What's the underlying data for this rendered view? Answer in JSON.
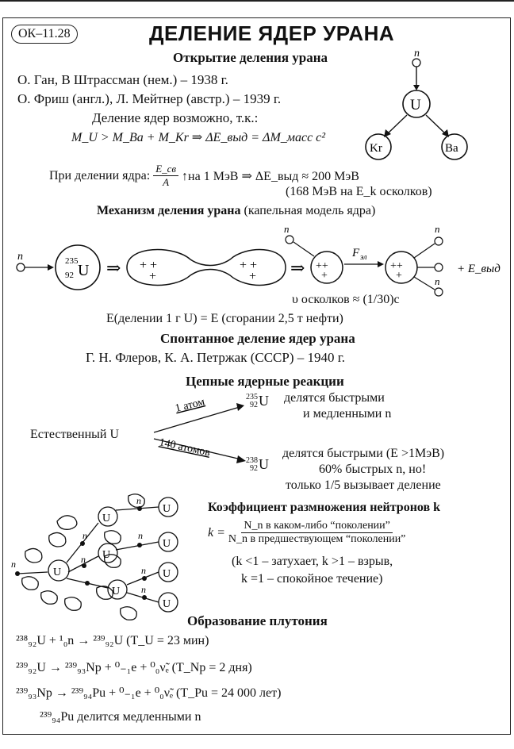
{
  "header": {
    "code": "ОК–11.28",
    "title": "ДЕЛЕНИЕ ЯДЕР УРАНА"
  },
  "discovery": {
    "heading": "Открытие деления урана",
    "line1": "О. Ган, В Штрассман (нем.) – 1938 г.",
    "line2": "О. Фриш (англ.), Л. Мейтнер (австр.) – 1939 г.",
    "line3": "Деление ядер возможно, т.к.:",
    "formula": "M_U > M_Ba + M_Kr ⇒ ΔE_выд = ΔM_масс c²",
    "energy_prefix": "При делении ядра:",
    "energy_frac_num": "E_св",
    "energy_frac_den": "A",
    "energy_suffix": "↑на 1 МэВ ⇒ ΔE_выд ≈ 200 МэВ",
    "energy_note": "(168 МэВ на E_k осколков)",
    "diagram": {
      "n": "n",
      "u": "U",
      "kr": "Kr",
      "ba": "Ba"
    }
  },
  "mechanism": {
    "heading_bold": "Механизм деления урана",
    "heading_rest": "(капельная модель ядра)",
    "n_label": "n",
    "uranium": "U",
    "mass_num": "235",
    "charge_num": "92",
    "f_label": "F_эл",
    "e_out": "+ E_выд",
    "speed": "υ осколков ≈ (1/30)c",
    "comparison": "E(делении 1 г U) = E (сгорании 2,5 т нефти)"
  },
  "spontaneous": {
    "heading": "Спонтанное деление ядер урана",
    "line": "Г. Н. Флеров, К. А. Петржак (СССР) – 1940 г."
  },
  "chain": {
    "heading": "Цепные ядерные реакции",
    "natural": "Естественный U",
    "branch1_label": "1 атом",
    "branch1_iso_mass": "235",
    "branch1_iso_charge": "92",
    "branch1_line1": "делятся быстрыми",
    "branch1_line2": "и медленными n",
    "branch2_label": "140 атомов",
    "branch2_iso_mass": "238",
    "branch2_iso_charge": "92",
    "branch2_line1": "делятся быстрыми (E >1МэВ)",
    "branch2_line2": "60% быстрых n, но!",
    "branch2_line3": "только 1/5 вызывает деление"
  },
  "multiplication": {
    "heading": "Коэффициент размножения нейтронов k",
    "k_eq": "k =",
    "num": "N_n в каком-либо “поколении”",
    "den": "N_n в предшествующем “поколении”",
    "cond1": "(k <1 – затухает, k >1 – взрыв,",
    "cond2": "k =1 – спокойное течение)"
  },
  "tree": {
    "u": "U",
    "n": "n"
  },
  "plutonium": {
    "heading": "Образование плутония",
    "r1": "²³⁸₉₂U + ¹₀n → ²³⁹₉₂U   (T_U = 23 мин)",
    "r2": "²³⁹₉₂U → ²³⁹₉₃Np + ⁰₋₁e + ⁰₀ν̃ₑ  (T_Np = 2 дня)",
    "r3": "²³⁹₉₃Np → ²³⁹₉₄Pu + ⁰₋₁e + ⁰₀ν̃ₑ  (T_Pu = 24 000 лет)",
    "r4": "²³⁹₉₄Pu делится медленными n"
  }
}
